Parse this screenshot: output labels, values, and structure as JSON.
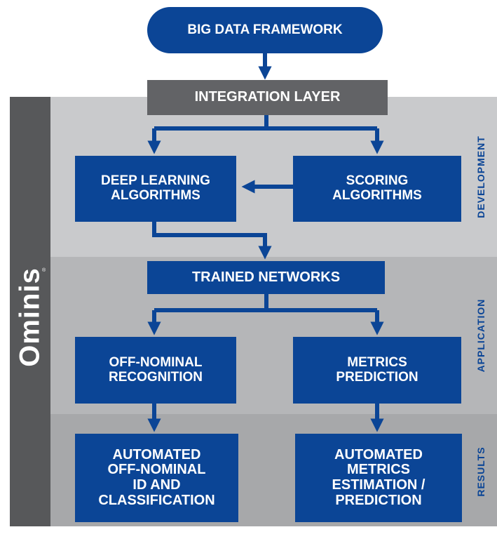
{
  "brand": {
    "name": "Ominis",
    "mark": "®"
  },
  "sections": {
    "development": "DEVELOPMENT",
    "application": "APPLICATION",
    "results": "RESULTS"
  },
  "nodes": {
    "big_data": "BIG DATA FRAMEWORK",
    "integration": "INTEGRATION LAYER",
    "deep_learning": "DEEP LEARNING\nALGORITHMS",
    "scoring": "SCORING\nALGORITHMS",
    "trained": "TRAINED NETWORKS",
    "off_nominal": "OFF-NOMINAL\nRECOGNITION",
    "metrics": "METRICS\nPREDICTION",
    "auto_off_nominal": "AUTOMATED\nOFF-NOMINAL\nID AND\nCLASSIFICATION",
    "auto_metrics": "AUTOMATED\nMETRICS\nESTIMATION /\nPREDICTION"
  },
  "colors": {
    "primary_blue": "#0b4596",
    "integration_gray": "#626366",
    "brand_strip": "#57585a",
    "band_development": "#c9cacc",
    "band_application": "#b5b6b8",
    "band_results": "#a7a8aa"
  }
}
